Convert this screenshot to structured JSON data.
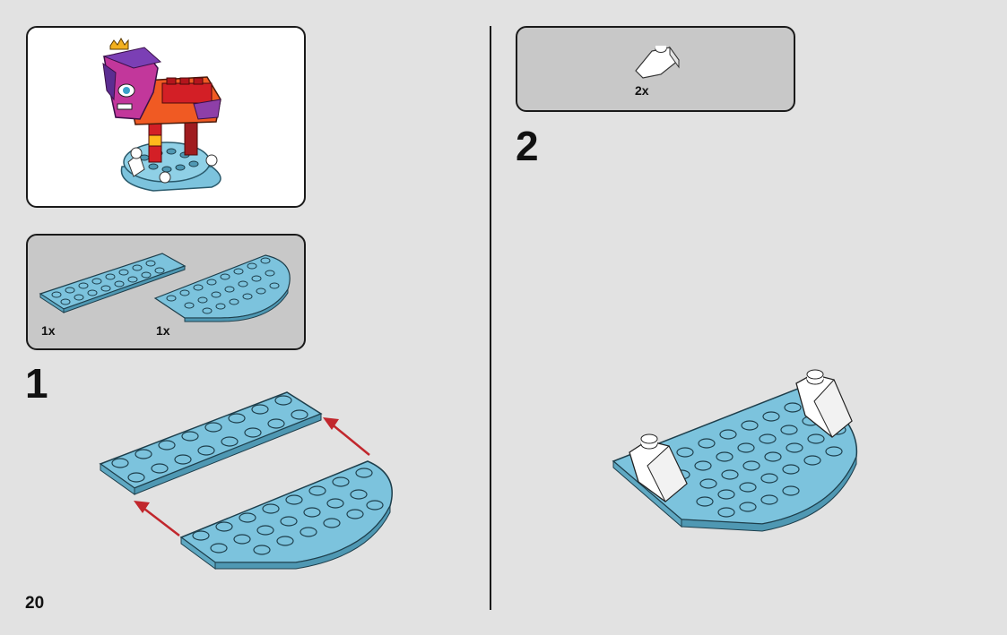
{
  "page": {
    "number": "20"
  },
  "steps": [
    {
      "number": "1",
      "parts": [
        {
          "quantity": "1x"
        },
        {
          "quantity": "1x"
        }
      ]
    },
    {
      "number": "2",
      "parts": [
        {
          "quantity": "2x"
        }
      ]
    }
  ],
  "colors": {
    "page_bg": "#e2e2e2",
    "parts_panel_bg": "#c8c8c8",
    "brick_blue": "#7cc3dd",
    "brick_blue_dark": "#4f98b3",
    "arrow_red": "#c1272d"
  }
}
